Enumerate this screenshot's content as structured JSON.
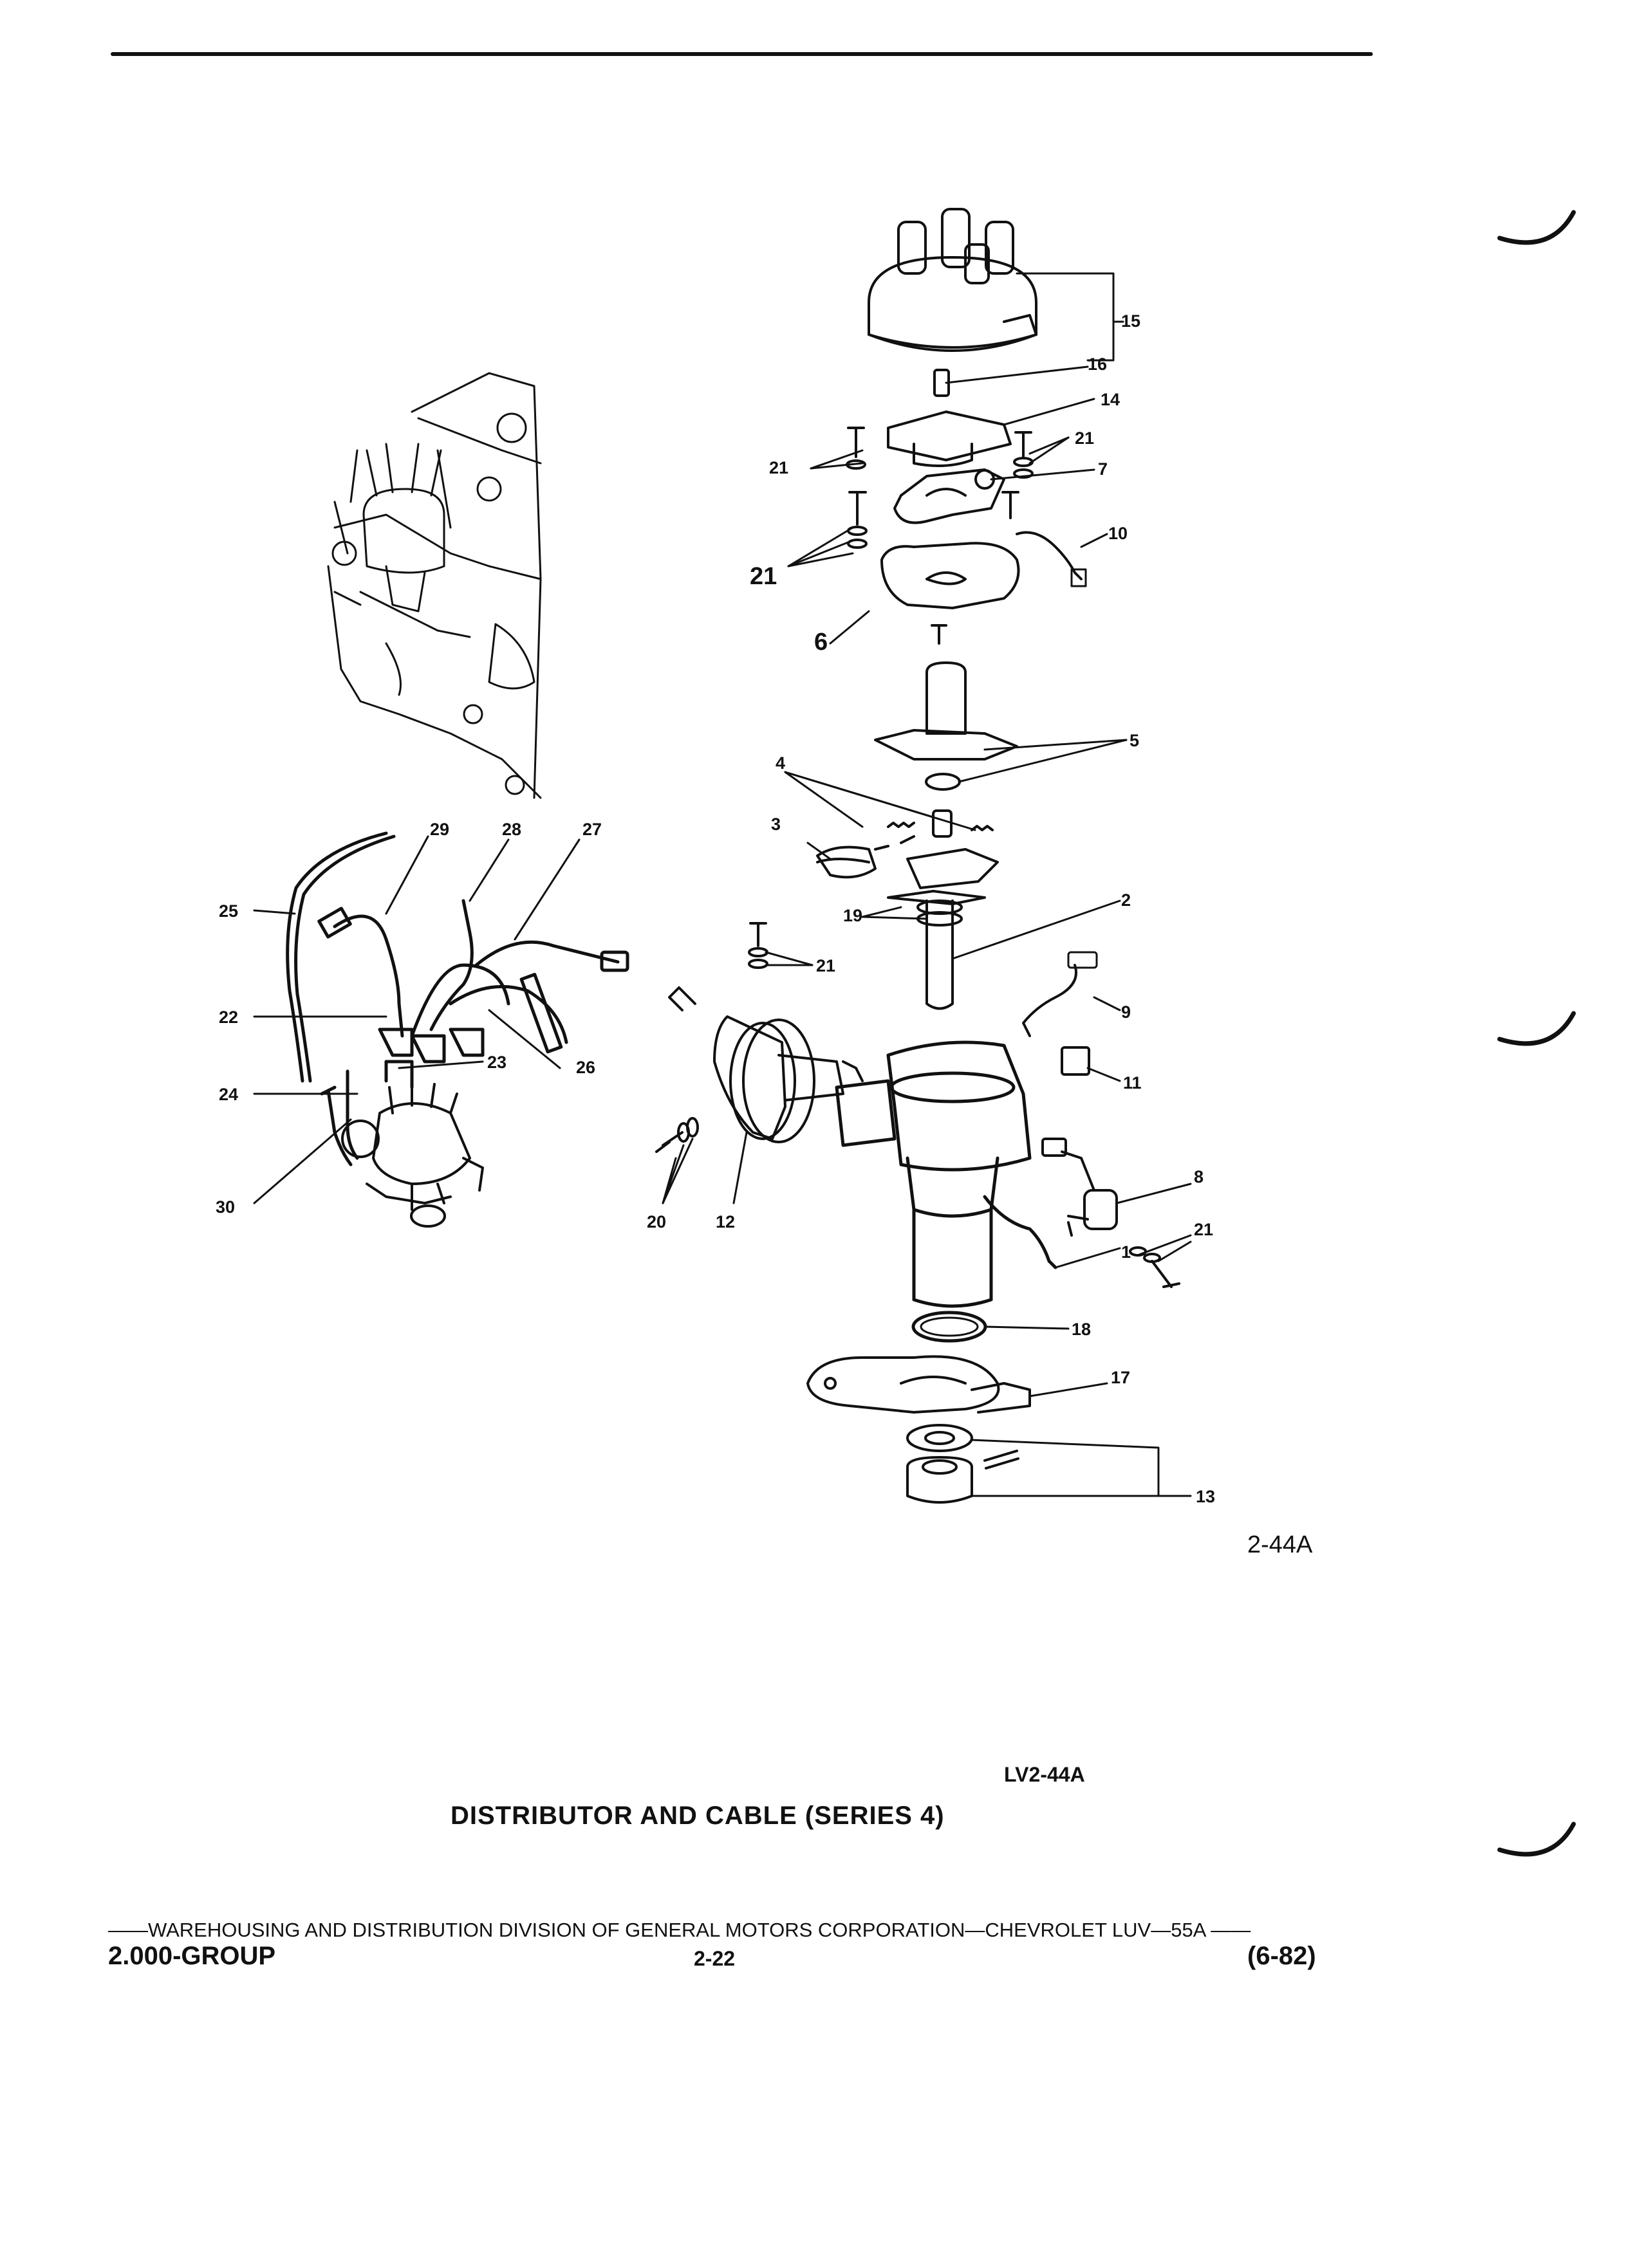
{
  "figure": {
    "number": "2-44A",
    "code": "LV2-44A",
    "caption": "DISTRIBUTOR AND CABLE (SERIES 4)"
  },
  "callouts": {
    "c1": "1",
    "c2": "2",
    "c3": "3",
    "c4": "4",
    "c5": "5",
    "c6": "6",
    "c7": "7",
    "c8": "8",
    "c9": "9",
    "c10": "10",
    "c11": "11",
    "c12": "12",
    "c13": "13",
    "c14": "14",
    "c15": "15",
    "c16": "16",
    "c17": "17",
    "c18": "18",
    "c19": "19",
    "c20": "20",
    "c21": "21",
    "c22": "22",
    "c23": "23",
    "c24": "24",
    "c25": "25",
    "c26": "26",
    "c27": "27",
    "c28": "28",
    "c29": "29",
    "c30": "30"
  },
  "footer": {
    "line": "——WAREHOUSING AND DISTRIBUTION  DIVISION OF GENERAL MOTORS CORPORATION—CHEVROLET LUV—55A   ——",
    "group": "2.000-GROUP",
    "page": "2-22",
    "date": "(6-82)"
  },
  "colors": {
    "ink": "#111111",
    "paper": "#ffffff"
  }
}
